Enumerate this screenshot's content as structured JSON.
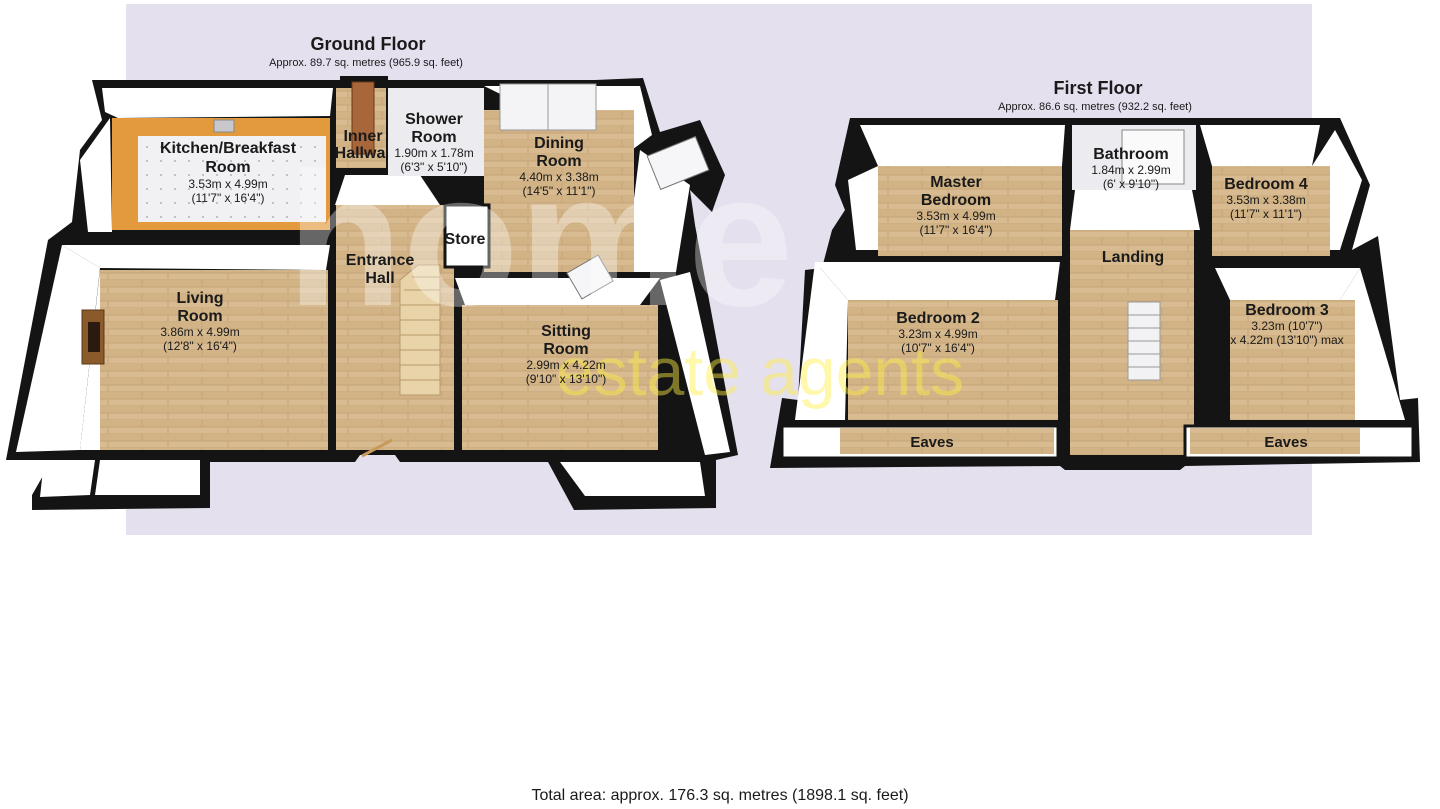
{
  "ground_floor": {
    "title": "Ground Floor",
    "area": "Approx. 89.7 sq. metres (965.9 sq. feet)",
    "rooms": {
      "kitchen": {
        "name1": "Kitchen/Breakfast",
        "name2": "Room",
        "dim1": "3.53m x 4.99m",
        "dim2": "(11'7\" x 16'4\")"
      },
      "inner_hall": {
        "name1": "Inner",
        "name2": "Hallwa"
      },
      "shower": {
        "name1": "Shower",
        "name2": "Room",
        "dim1": "1.90m x 1.78m",
        "dim2": "(6'3\" x 5'10\")"
      },
      "dining": {
        "name1": "Dining",
        "name2": "Room",
        "dim1": "4.40m x 3.38m",
        "dim2": "(14'5\" x 11'1\")"
      },
      "store": {
        "name1": "Store"
      },
      "entrance": {
        "name1": "Entrance",
        "name2": "Hall"
      },
      "living": {
        "name1": "Living",
        "name2": "Room",
        "dim1": "3.86m x 4.99m",
        "dim2": "(12'8\" x 16'4\")"
      },
      "sitting": {
        "name1": "Sitting",
        "name2": "Room",
        "dim1": "2.99m x 4.22m",
        "dim2": "(9'10\" x 13'10\")"
      }
    }
  },
  "first_floor": {
    "title": "First Floor",
    "area": "Approx. 86.6 sq. metres (932.2 sq. feet)",
    "rooms": {
      "master": {
        "name1": "Master",
        "name2": "Bedroom",
        "dim1": "3.53m x 4.99m",
        "dim2": "(11'7\" x 16'4\")"
      },
      "bathroom": {
        "name1": "Bathroom",
        "dim1": "1.84m x 2.99m",
        "dim2": "(6' x 9'10\")"
      },
      "bed4": {
        "name1": "Bedroom 4",
        "dim1": "3.53m x 3.38m",
        "dim2": "(11'7\" x 11'1\")"
      },
      "landing": {
        "name1": "Landing"
      },
      "bed2": {
        "name1": "Bedroom 2",
        "dim1": "3.23m x 4.99m",
        "dim2": "(10'7\" x 16'4\")"
      },
      "bed3": {
        "name1": "Bedroom 3",
        "dim1": "3.23m (10'7\")",
        "dim2": "x 4.22m (13'10\") max"
      },
      "eaves_left": {
        "name1": "Eaves"
      },
      "eaves_right": {
        "name1": "Eaves"
      }
    }
  },
  "watermark": {
    "line1": "home",
    "line2": "estate agents"
  },
  "total_area": "Total area: approx. 176.3 sq. metres (1898.1 sq. feet)",
  "colors": {
    "panel": "#e5e0ee",
    "floor_wood": "#d6b88c",
    "wall": "#141414",
    "wall_face": "#ffffff",
    "kitchen_counter": "#e39a3c",
    "watermark_accent": "#ffee44"
  }
}
